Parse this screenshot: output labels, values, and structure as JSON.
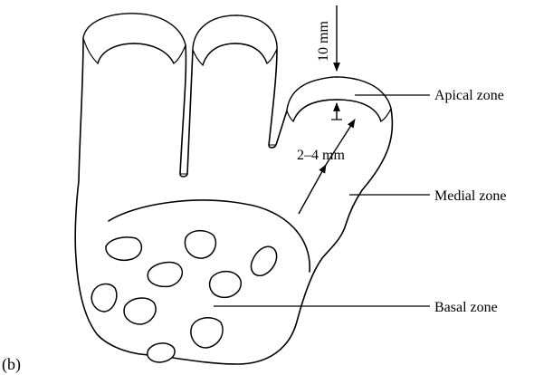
{
  "figure": {
    "panel_label": "(b)",
    "dimension_top": "10 mm",
    "dimension_side": "2–4 mm"
  },
  "zones": {
    "apical": "Apical zone",
    "medial": "Medial zone",
    "basal": "Basal zone"
  }
}
